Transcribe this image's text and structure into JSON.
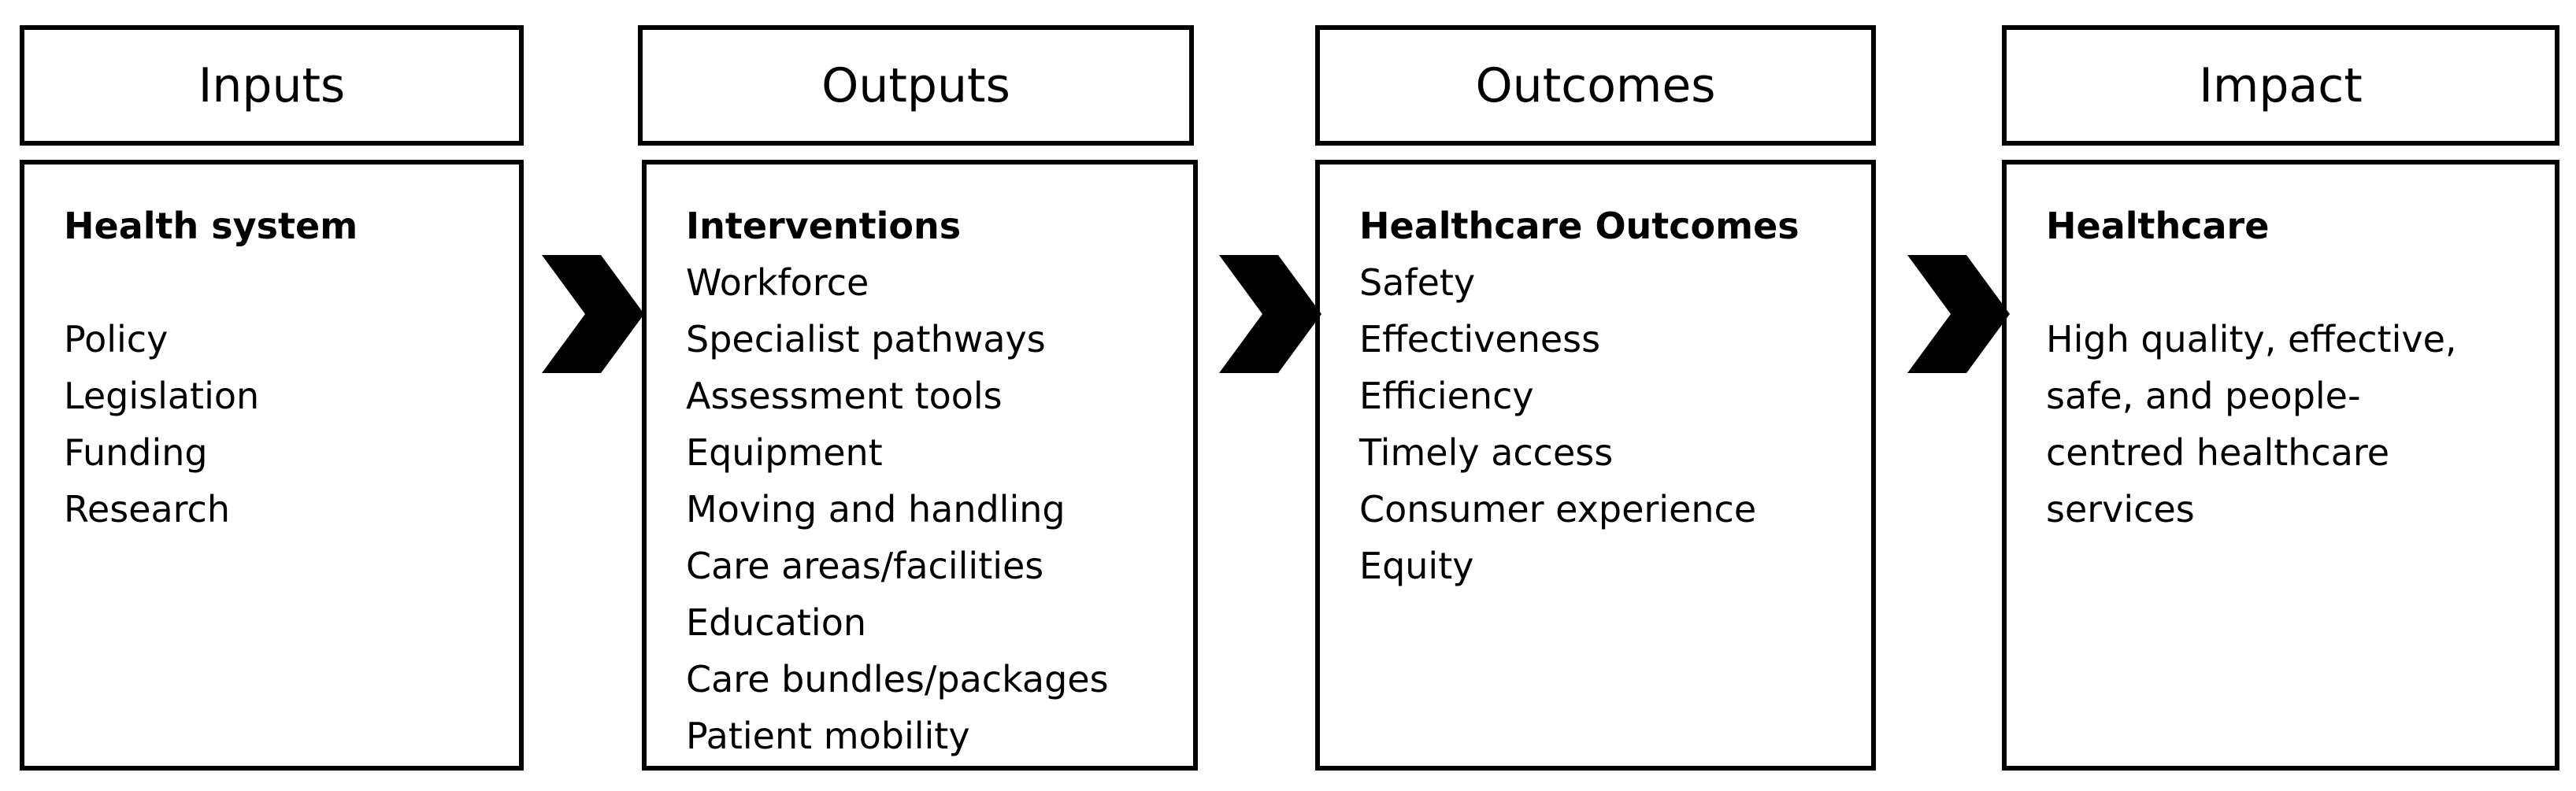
{
  "columns": [
    {
      "header": "Inputs",
      "title": "Health system",
      "items": [
        "Policy",
        "Legislation",
        "Funding",
        "Research"
      ]
    },
    {
      "header": "Outputs",
      "title": "Interventions",
      "items": [
        "Workforce",
        "Specialist pathways",
        "Assessment tools",
        "Equipment",
        "Moving and handling",
        "Care areas/facilities",
        "Education",
        "Care bundles/packages",
        "Patient mobility"
      ]
    },
    {
      "header": "Outcomes",
      "title": "Healthcare Outcomes",
      "items": [
        "Safety",
        "Effectiveness",
        "Efficiency",
        "Timely access",
        "Consumer experience",
        "Equity"
      ]
    },
    {
      "header": "Impact",
      "title": "Healthcare",
      "items": [
        "High quality, effective,",
        "safe, and people-",
        "centred healthcare",
        "services"
      ]
    }
  ],
  "colors": {
    "border": "#000000",
    "arrow": "#000000",
    "background": "#ffffff"
  },
  "icons": {
    "arrow": "chevron-right-icon"
  }
}
